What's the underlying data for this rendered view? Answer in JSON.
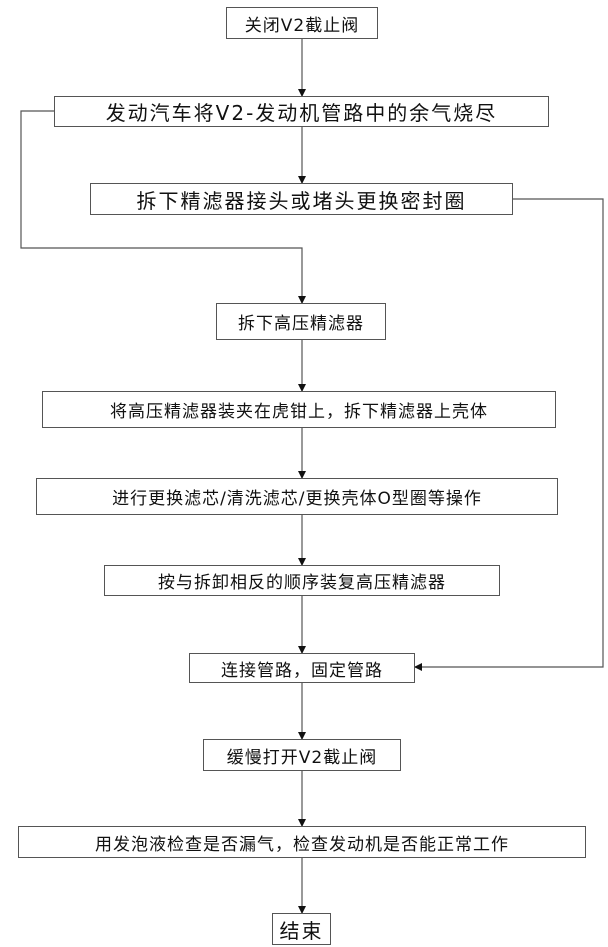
{
  "steps": [
    "关闭V2截止阀",
    "发动汽车将V2-发动机管路中的余气烧尽",
    "拆下精滤器接头或堵头更换密封圈",
    "拆下高压精滤器",
    "将高压精滤器装夹在虎钳上，拆下精滤器上壳体",
    "进行更换滤芯/清洗滤芯/更换壳体O型圈等操作",
    "按与拆卸相反的顺序装复高压精滤器",
    "连接管路，固定管路",
    "缓慢打开V2截止阀",
    "用发泡液检查是否漏气，检查发动机是否能正常工作",
    "结束"
  ]
}
